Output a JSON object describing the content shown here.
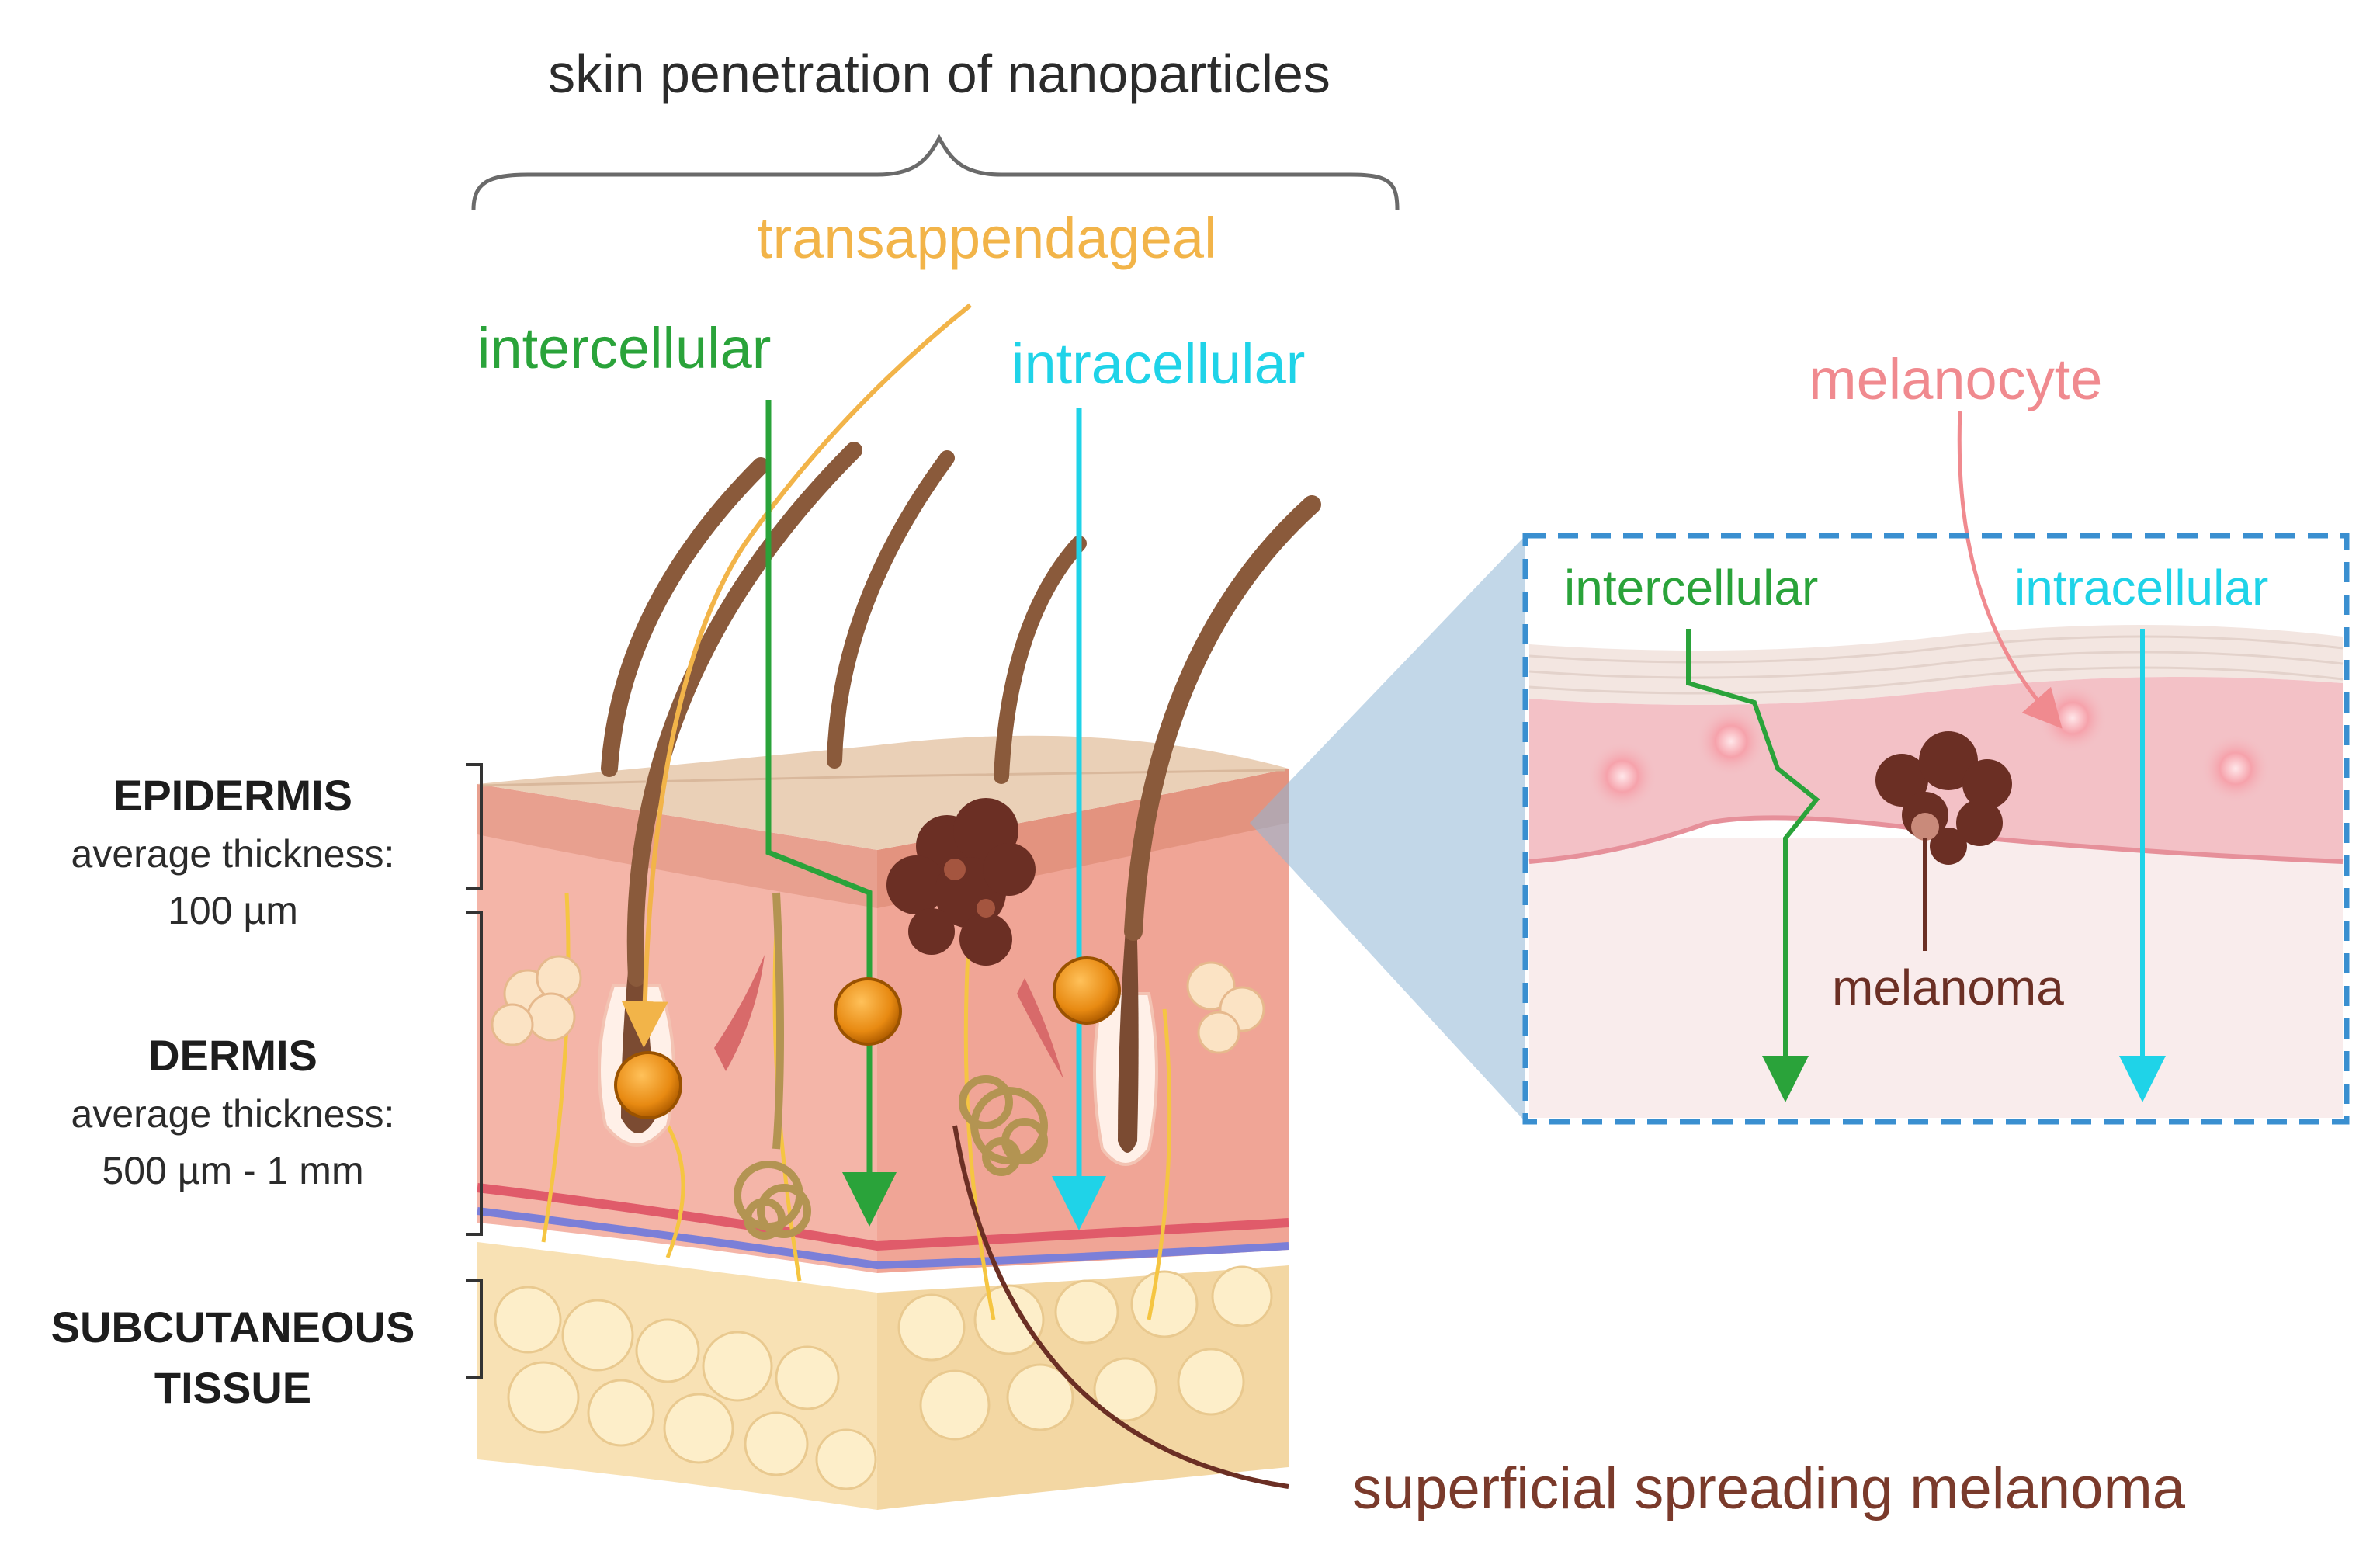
{
  "title": "skin penetration of nanoparticles",
  "routes": {
    "transappendageal": "transappendageal",
    "intercellular": "intercellular",
    "intracellular": "intracellular"
  },
  "inset": {
    "intercellular": "intercellular",
    "intracellular": "intracellular",
    "melanocyte": "melanocyte",
    "melanoma": "melanoma"
  },
  "layers": {
    "epidermis": {
      "name": "EPIDERMIS",
      "thickness_label": "average thickness:",
      "thickness_value": "100 µm"
    },
    "dermis": {
      "name": "DERMIS",
      "thickness_label": "average thickness:",
      "thickness_value": "500 µm - 1 mm"
    },
    "subcutaneous": {
      "line1": "SUBCUTANEOUS",
      "line2": "TISSUE"
    }
  },
  "bottom_label": "superficial spreading melanoma",
  "colors": {
    "transappendageal": "#f2b449",
    "intercellular": "#2aa33a",
    "intracellular": "#1fd3e8",
    "melanocyte": "#f08a8f",
    "melanoma": "#6b2f24",
    "nanoparticle": "#e88a12",
    "inset_border": "#3a8fd0"
  }
}
